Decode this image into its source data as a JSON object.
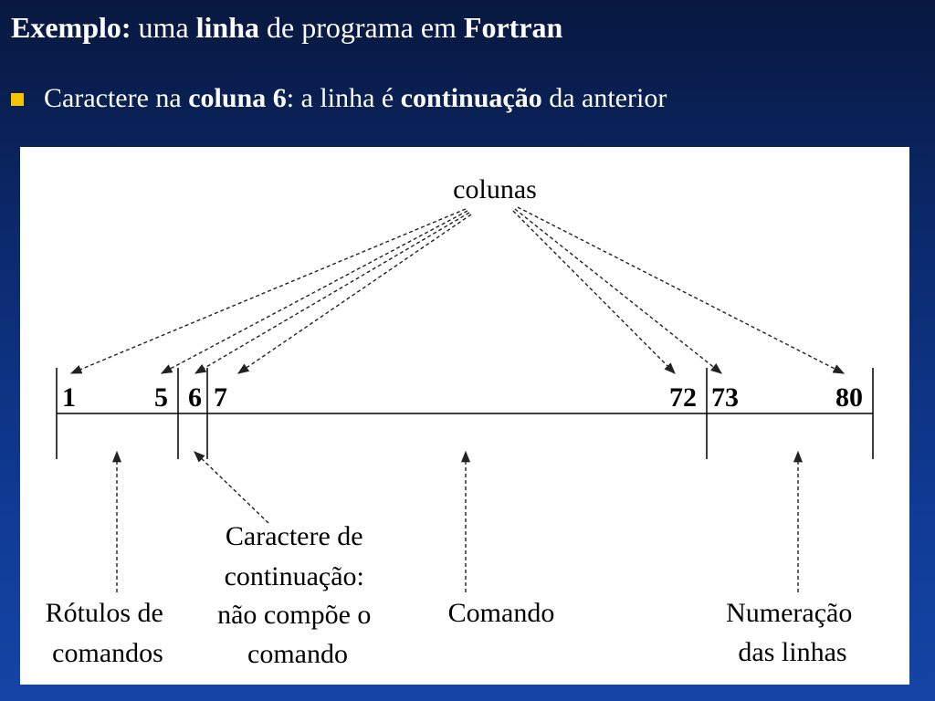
{
  "slide": {
    "title": {
      "parts": [
        {
          "text": "Exemplo:",
          "bold": true
        },
        {
          "text": " uma ",
          "bold": false
        },
        {
          "text": "linha",
          "bold": true
        },
        {
          "text": " de programa em ",
          "bold": false
        },
        {
          "text": "Fortran",
          "bold": true
        }
      ]
    },
    "bullet": {
      "parts": [
        {
          "text": "Caractere na ",
          "bold": false
        },
        {
          "text": "coluna 6",
          "bold": true
        },
        {
          "text": ": a linha é ",
          "bold": false
        },
        {
          "text": "continuação",
          "bold": true
        },
        {
          "text": " da anterior",
          "bold": false
        }
      ]
    },
    "bullet_color": "#f4c400"
  },
  "diagram": {
    "top_label": "colunas",
    "column_numbers": [
      "1",
      "5",
      "6",
      "7",
      "72",
      "73",
      "80"
    ],
    "regions": [
      {
        "id": "labels",
        "lines": [
          "Rótulos de",
          "comandos"
        ]
      },
      {
        "id": "continuation",
        "lines": [
          "Caractere de",
          "continuação:",
          "não compõe o",
          "comando"
        ]
      },
      {
        "id": "command",
        "lines": [
          "Comando"
        ]
      },
      {
        "id": "numbering",
        "lines": [
          "Numeração",
          "das linhas"
        ]
      }
    ]
  }
}
